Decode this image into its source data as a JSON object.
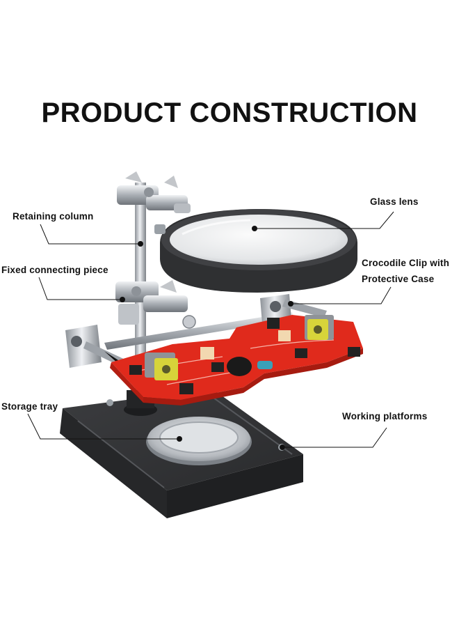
{
  "title": "PRODUCT CONSTRUCTION",
  "labels": {
    "retaining_column": "Retaining column",
    "fixed_connecting_piece": "Fixed connecting piece",
    "storage_tray": "Storage tray",
    "glass_lens": "Glass lens",
    "crocodile_clip_line1": "Crocodile Clip with",
    "crocodile_clip_line2": "Protective Case",
    "working_platforms": "Working platforms"
  },
  "colors": {
    "text": "#111111",
    "base": "#2e2f31",
    "pcb": "#e02a1c",
    "metal": "#c9ccd1",
    "lens_frame": "#3a3b3d"
  }
}
